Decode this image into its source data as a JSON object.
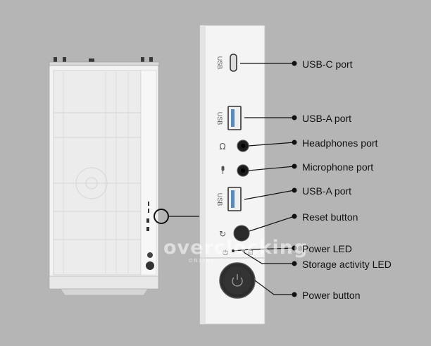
{
  "diagram": {
    "title": "Front panel I/O ports",
    "background_color": "#b5b5b5",
    "panel_color": "#f2f2f2",
    "line_color": "#111111",
    "panel_text": {
      "usb_c": "USB",
      "usb_a_top": "USB",
      "usb_a_bottom": "USB"
    },
    "callouts": [
      {
        "id": "usb-c",
        "label": "USB-C port"
      },
      {
        "id": "usb-a-1",
        "label": "USB-A port"
      },
      {
        "id": "headphones",
        "label": "Headphones port"
      },
      {
        "id": "microphone",
        "label": "Microphone port"
      },
      {
        "id": "usb-a-2",
        "label": "USB-A port"
      },
      {
        "id": "reset",
        "label": "Reset button"
      },
      {
        "id": "power-led",
        "label": "Power LED"
      },
      {
        "id": "storage-led",
        "label": "Storage activity LED"
      },
      {
        "id": "power",
        "label": "Power button"
      }
    ],
    "watermark": {
      "brand": "overclocking",
      "tagline": "ONLINE"
    }
  }
}
